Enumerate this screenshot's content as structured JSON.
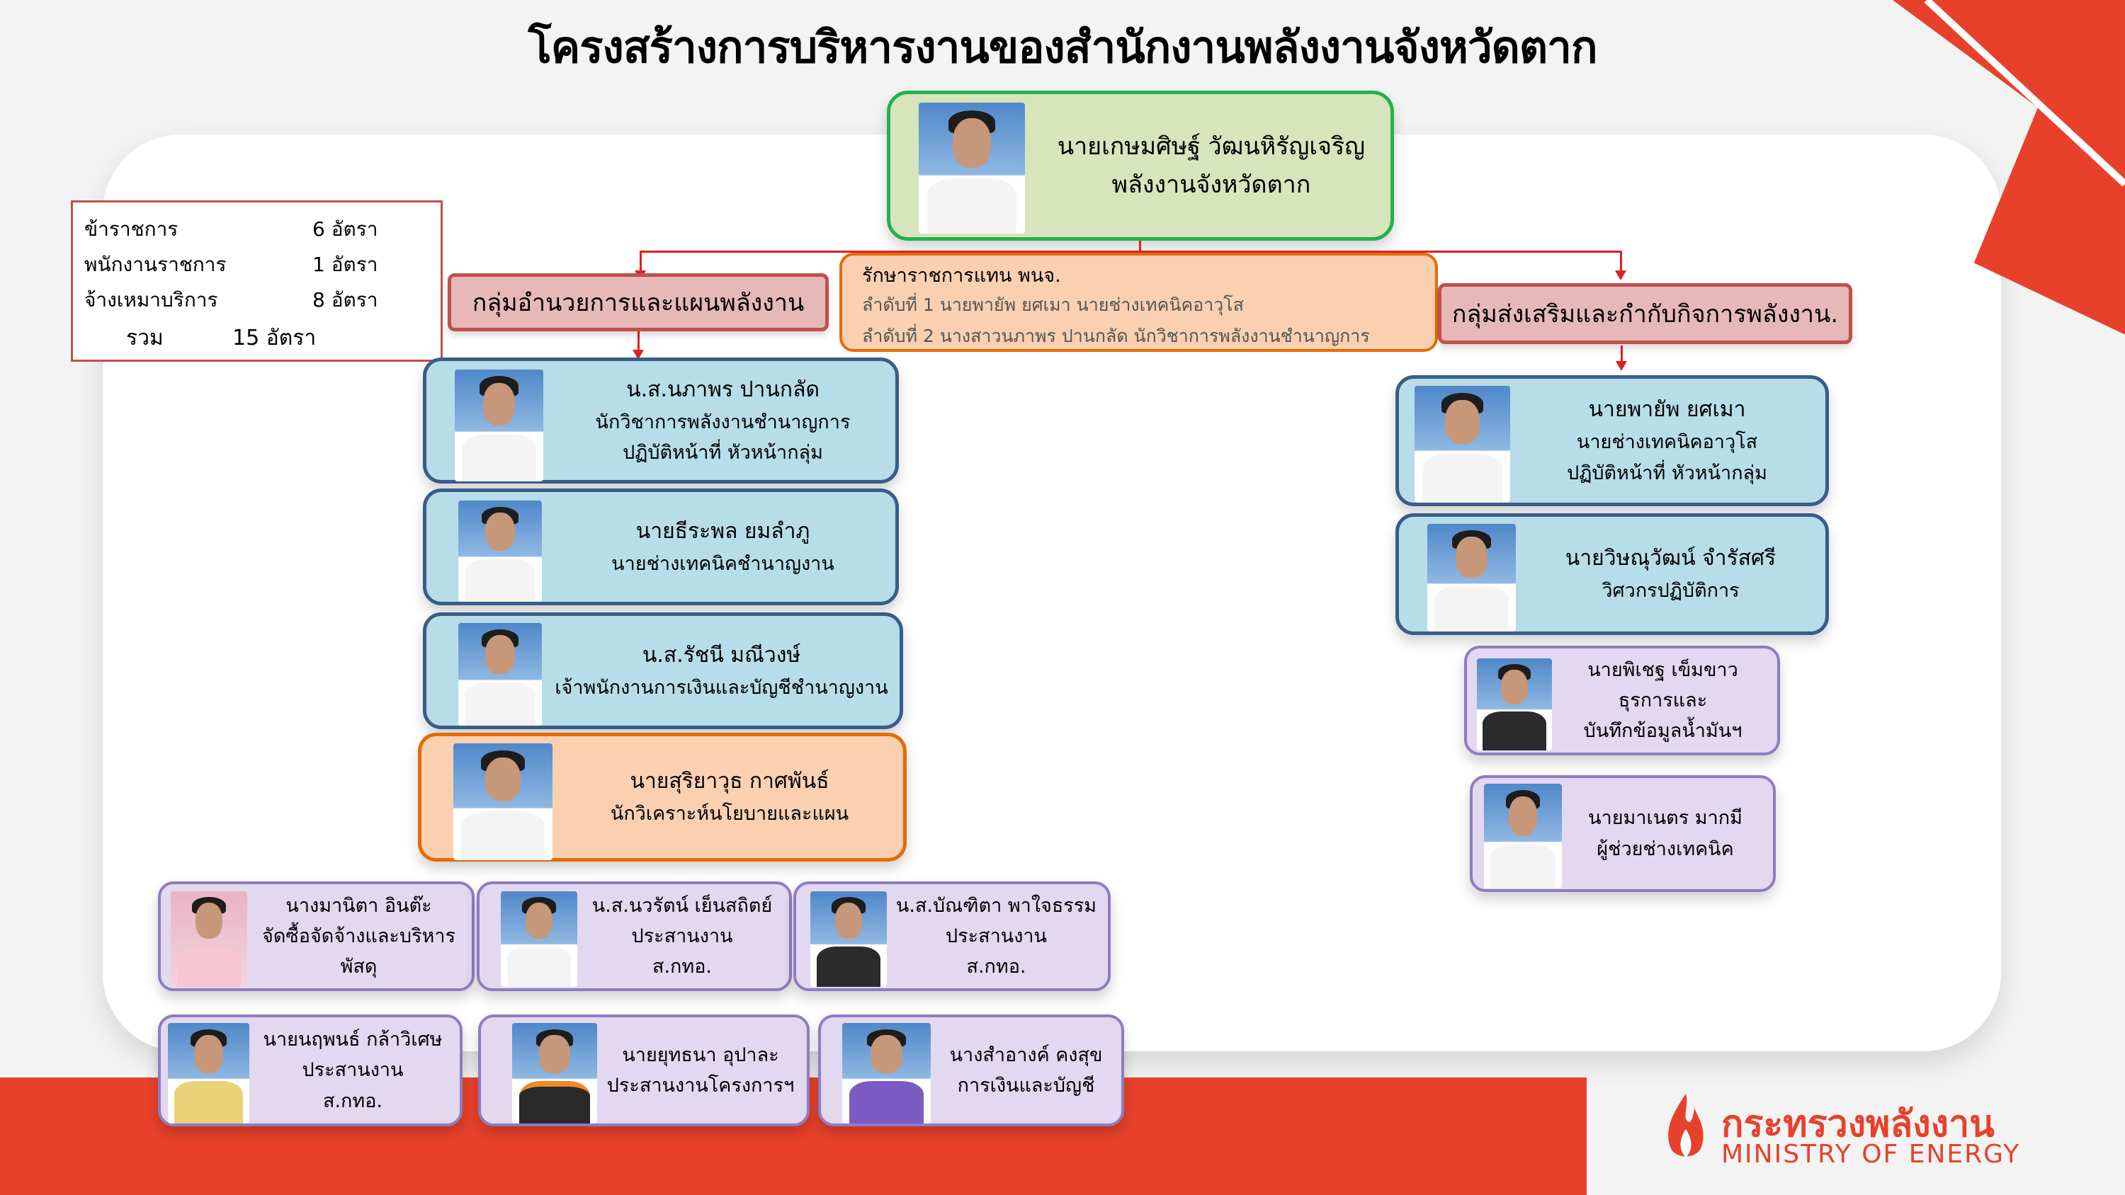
{
  "title": "โครงสร้างการบริหารงานของสำนักงานพลังงานจังหวัดตาก",
  "colors": {
    "accent_red": "#e8412b",
    "blue_box": "#b7dde8",
    "purple_box": "#e2d8f0",
    "peach_box": "#fbd0b0",
    "green_box": "#d8e4bc",
    "group_box": "#e6b9b8"
  },
  "summary": [
    {
      "label": "ข้าราชการ",
      "count": "6",
      "unit": "อัตรา"
    },
    {
      "label": "พนักงานราชการ",
      "count": "1",
      "unit": "อัตรา"
    },
    {
      "label": "จ้างเหมาบริการ",
      "count": "8",
      "unit": "อัตรา"
    },
    {
      "label": "รวม",
      "count": "15",
      "unit": "อัตรา"
    }
  ],
  "head": {
    "name": "นายเกษมศิษฐ์ วัฒนหิรัญเจริญ",
    "position": "พลังงานจังหวัดตาก"
  },
  "acting": {
    "title": "รักษาราชการแทน พนจ.",
    "line1": "ลำดับที่ 1 นายพายัพ   ยศเมา   นายช่างเทคนิคอาวุโส",
    "line2": "ลำดับที่ 2 นางสาวนภาพร  ปานกลัด นักวิชาการพลังงานชำนาญการ"
  },
  "group_left": "กลุ่มอำนวยการและแผนพลังงาน",
  "group_right": "กลุ่มส่งเสริมและกำกับกิจการพลังงาน.",
  "left_staff": [
    {
      "name": "น.ส.นภาพร ปานกลัด",
      "pos1": "นักวิชาการพลังงานชำนาญการ",
      "pos2": "ปฏิบัติหน้าที่ หัวหน้ากลุ่ม"
    },
    {
      "name": "นายธีระพล ยมลำภู",
      "pos1": "นายช่างเทคนิคชำนาญงาน"
    },
    {
      "name": "น.ส.รัชนี  มณีวงษ์",
      "pos1": "เจ้าพนักงานการเงินและบัญชีชำนาญงาน"
    },
    {
      "name": "นายสุริยาวุธ กาศพันธ์",
      "pos1": "นักวิเคราะห์นโยบายและแผน"
    }
  ],
  "right_staff": [
    {
      "name": "นายพายัพ ยศเมา",
      "pos1": "นายช่างเทคนิคอาวุโส",
      "pos2": "ปฏิบัติหน้าที่ หัวหน้ากลุ่ม"
    },
    {
      "name": "นายวิษณุวัฒน์  จำรัสศรี",
      "pos1": "วิศวกรปฏิบัติการ"
    }
  ],
  "right_contract": [
    {
      "name": "นายพิเชฐ เข็มขาว",
      "pos1": "ธุรการและ",
      "pos2": "บันทึกข้อมูลน้ำมันฯ"
    },
    {
      "name": "นายมาเนตร  มากมี",
      "pos1": "ผู้ช่วยช่างเทคนิค"
    }
  ],
  "bottom_row1": [
    {
      "name": "นางมานิตา อินต๊ะ",
      "pos1": "จัดซื้อจัดจ้างและบริหาร",
      "pos2": "พัสดุ"
    },
    {
      "name": "น.ส.นวรัตน์ เย็นสถิตย์",
      "pos1": "ประสานงาน",
      "pos2": "ส.กทอ."
    },
    {
      "name": "น.ส.บัณฑิตา พาใจธรรม",
      "pos1": "ประสานงาน",
      "pos2": "ส.กทอ."
    }
  ],
  "bottom_row2": [
    {
      "name": "นายนฤพนธ์ กล้าวิเศษ",
      "pos1": "ประสานงาน",
      "pos2": "ส.กทอ."
    },
    {
      "name": "นายยุทธนา อุปาละ",
      "pos1": "ประสานงานโครงการฯ"
    },
    {
      "name": "นางสำอางค์ คงสุข",
      "pos1": "การเงินและบัญชี"
    }
  ],
  "logo": {
    "thai": "กระทรวงพลังงาน",
    "english": "MINISTRY OF ENERGY"
  }
}
